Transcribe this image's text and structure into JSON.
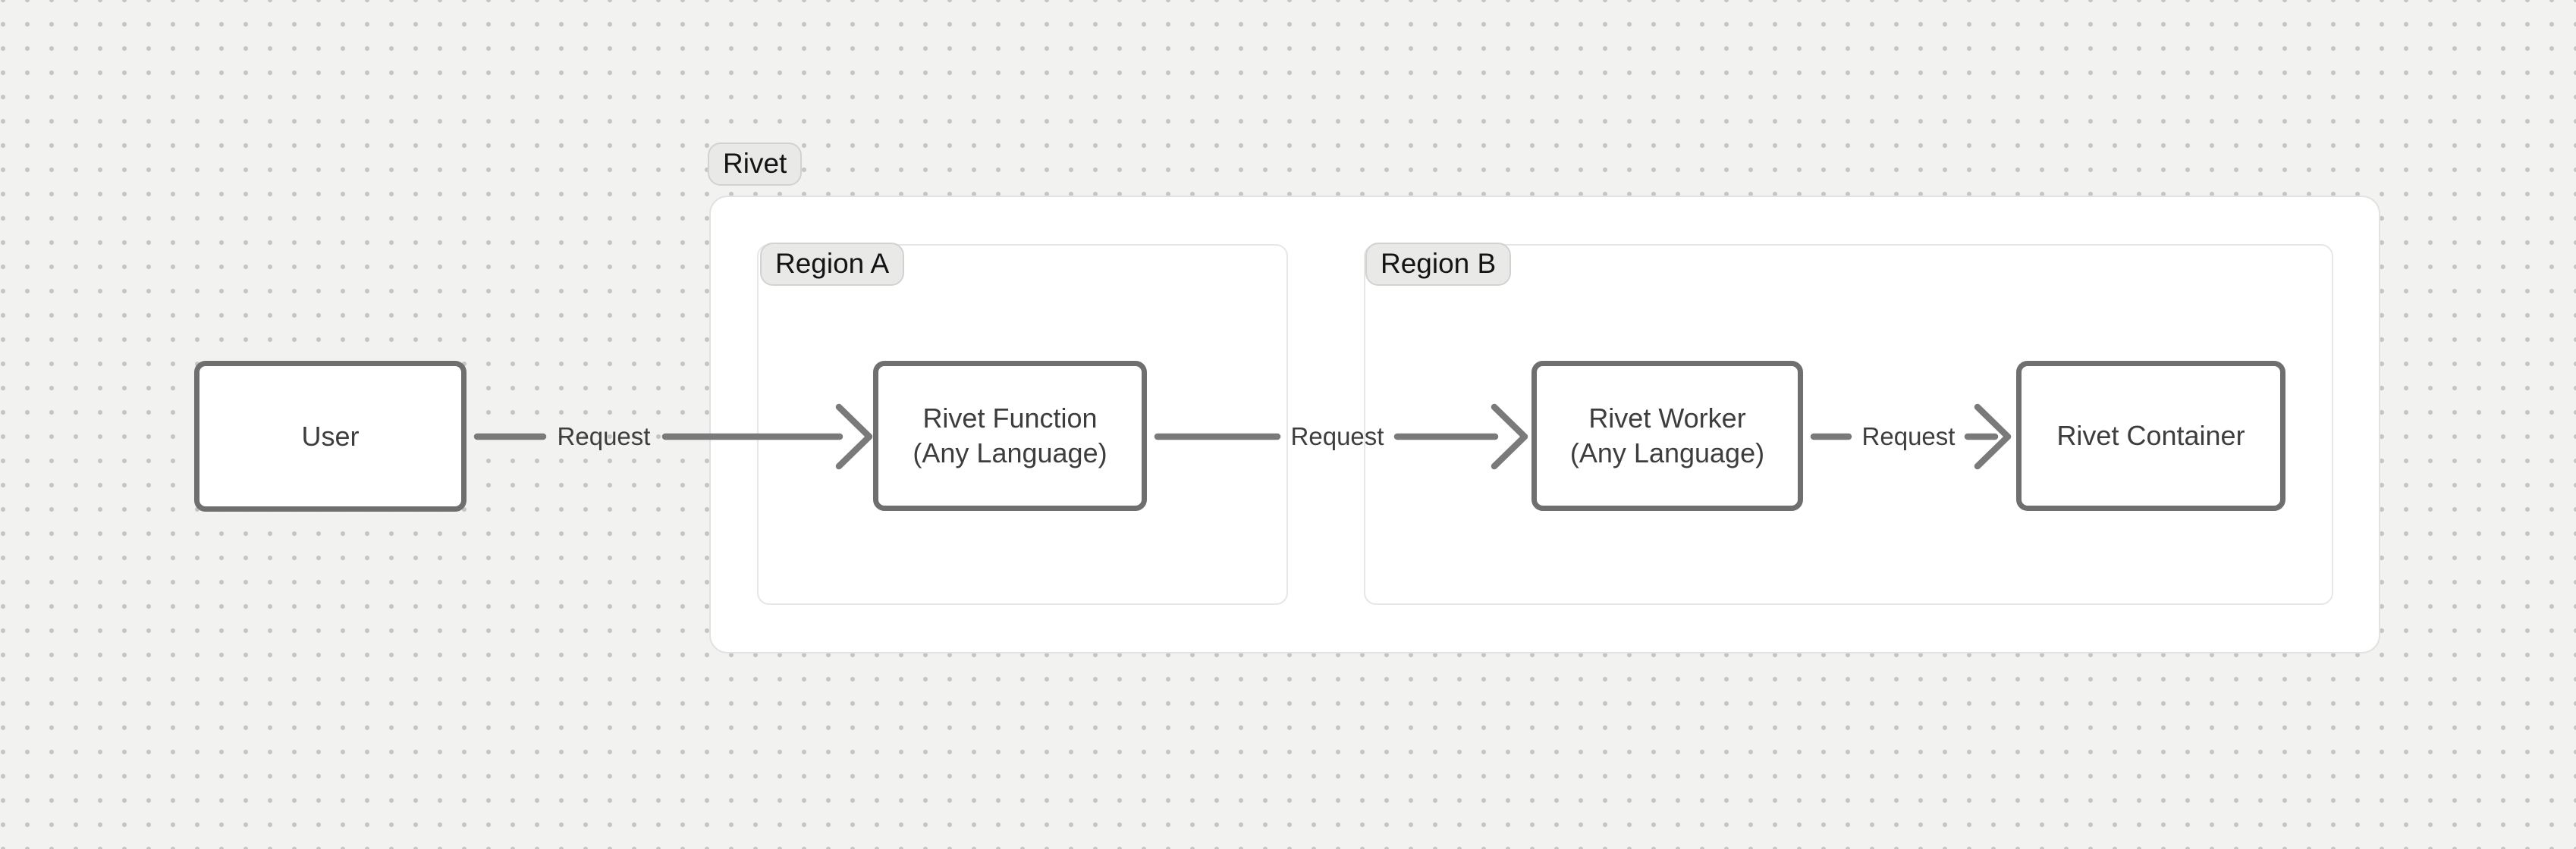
{
  "diagram": {
    "groups": {
      "rivet": {
        "label": "Rivet"
      },
      "region_a": {
        "label": "Region A"
      },
      "region_b": {
        "label": "Region B"
      }
    },
    "nodes": {
      "user": {
        "label": "User"
      },
      "function": {
        "label": "Rivet Function",
        "sublabel": "(Any Language)"
      },
      "worker": {
        "label": "Rivet Worker",
        "sublabel": "(Any Language)"
      },
      "container": {
        "label": "Rivet Container"
      }
    },
    "edges": {
      "user_to_function": {
        "label": "Request"
      },
      "function_to_worker": {
        "label": "Request"
      },
      "worker_to_container": {
        "label": "Request"
      }
    },
    "colors": {
      "canvas_bg": "#f2f2f1",
      "grid_dot": "#c5c5c5",
      "group_bg": "#ffffff",
      "group_border": "#e2e2e1",
      "region_border": "#e7e7e6",
      "pill_bg": "#e9e9e8",
      "pill_border": "#d2d2d1",
      "pill_text": "#141414",
      "node_border": "#6f6f6f",
      "node_text": "#3d3d3d",
      "edge": "#7a7a7a",
      "edge_label_text": "#3e3e3e"
    }
  }
}
